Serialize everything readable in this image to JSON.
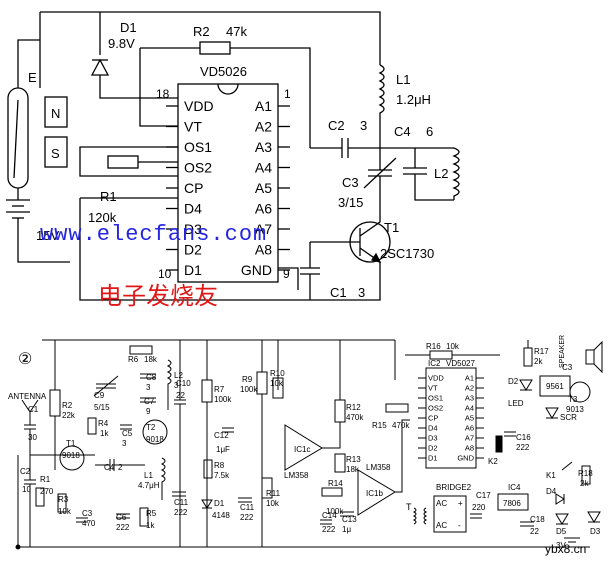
{
  "circuit1": {
    "reed": "E",
    "magnet_n": "N",
    "magnet_s": "S",
    "battery": "15V",
    "d1": "D1",
    "d1_val": "9.8V",
    "r2": "R2",
    "r2_val": "47k",
    "ic_name": "VD5026",
    "l1": "L1",
    "l1_val": "1.2μH",
    "c2": "C2",
    "c4": "C4",
    "n3": "3",
    "n6": "6",
    "c3": "C3",
    "c3_val": "3/15",
    "l2": "L2",
    "r1": "R1",
    "r1_val": "120k",
    "t1": "T1",
    "t1_val": "2SC1730",
    "c1": "C1",
    "c1_val": "3",
    "pin18": "18",
    "pin1": "1",
    "pin9": "9",
    "pin10": "10",
    "pins_left": [
      "VDD",
      "VT",
      "OS1",
      "OS2",
      "CP",
      "D4",
      "D3",
      "D2",
      "D1"
    ],
    "pins_right": [
      "A1",
      "A2",
      "A3",
      "A4",
      "A5",
      "A6",
      "A7",
      "A8",
      "GND"
    ]
  },
  "circuit2": {
    "num": "②",
    "antenna": "ANTENNA",
    "c1": "C1",
    "c1_val": "30",
    "r2": "R2",
    "r2_val": "22k",
    "r4": "R4",
    "r4_val": "1k",
    "t1": "T1",
    "t1_val": "9018",
    "c2": "C2",
    "c2_val": "10",
    "r1": "R1",
    "r1_val": "270",
    "r3": "R3",
    "r3_val": "10k",
    "c3": "C3",
    "c3_val": "470",
    "c4": "C4",
    "c4_val": "2",
    "c5": "C5",
    "c5_val": "3",
    "r6": "R6",
    "r6_val": "18k",
    "c9": "C9",
    "c9_val": "5/15",
    "c8": "C8",
    "c8_val": "3",
    "c7": "C7",
    "c7_val": "9",
    "t2": "T2",
    "t2_val": "9018",
    "l2": "L2",
    "l2_val": "3",
    "l1": "L1",
    "l1_val": "4.7μH",
    "c6": "C6",
    "c6_val": "222",
    "r5": "R5",
    "r5_val": "1k",
    "c10": "C10",
    "c10_val": "22",
    "c11": "C11",
    "c11_val": "222",
    "r7": "R7",
    "r7_val": "100k",
    "c12": "C12",
    "c12_val": "1μF",
    "r8": "R8",
    "r8_val": "7.5k",
    "d1": "D1",
    "d1_val": "4148",
    "r9": "R9",
    "r9_val": "100k",
    "c11b": "C11",
    "c11b_val": "222",
    "r10": "R10",
    "r10_val": "10k",
    "r11": "R11",
    "r11_val": "10k",
    "ic1c": "IC1c",
    "lm358a": "LM358",
    "r12": "R12",
    "r12_val": "470k",
    "r13": "R13",
    "r13_val": "18k",
    "r14": "R14",
    "r14_val": "100k",
    "c14": "C14",
    "c14_val": "222",
    "c13": "C13",
    "c13_val": "1μ",
    "ic1b": "IC1b",
    "lm358b": "LM358",
    "r15": "R15",
    "r15_val": "470k",
    "r16": "R16",
    "r16_val": "10k",
    "ic2": "IC2",
    "ic2_val": "VD5027",
    "ic2_left": [
      "VDD",
      "VT",
      "OS1",
      "OS2",
      "CP",
      "D4",
      "D3",
      "D2",
      "D1"
    ],
    "ic2_right": [
      "A1",
      "A2",
      "A3",
      "A4",
      "A5",
      "A6",
      "A7",
      "A8",
      "GND"
    ],
    "c16": "C16",
    "c16_val": "222",
    "k2": "K2",
    "r17": "R17",
    "r17_val": "2k",
    "d2": "D2",
    "led": "LED",
    "c3b": "C3",
    "c3b_val": "9561",
    "speaker": "SPEAKER",
    "t3": "T3",
    "t3_val": "9013",
    "scr": "SCR",
    "bridge": "BRIDGE2",
    "ac1": "AC",
    "ac2": "AC",
    "plus": "+",
    "minus": "-",
    "t": "T",
    "c17": "C17",
    "c17_val": "220",
    "ic4": "IC4",
    "ic4_val": "7806",
    "c18": "C18",
    "c18_val": "22",
    "k1": "K1",
    "d4": "D4",
    "r18": "R18",
    "r18_val": "2k",
    "d5": "D5",
    "d3": "D3",
    "vbat": "3V"
  },
  "watermarks": {
    "site": "www.elecfans.com",
    "cn": "电子发烧友",
    "site2": "ybx8.cn"
  }
}
